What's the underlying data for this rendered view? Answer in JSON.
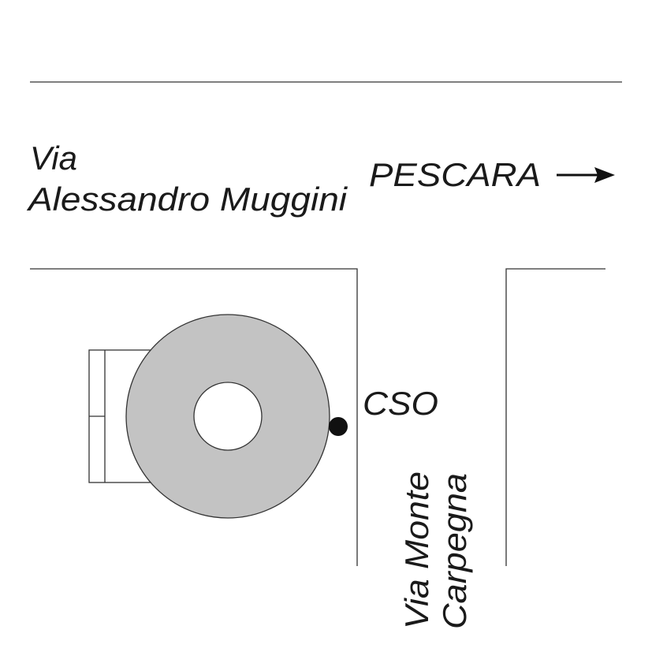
{
  "labels": {
    "street_top_line1": "Via",
    "street_top_line2": "Alessandro Muggini",
    "direction": "PESCARA",
    "point": "CSO",
    "street_side_line1": "Via Monte",
    "street_side_line2": "Carpegna"
  },
  "colors": {
    "roundabout_fill": "#c3c3c3",
    "line": "#333333",
    "marker": "#111111"
  },
  "icons": {
    "direction_arrow": "right-arrow-icon"
  }
}
